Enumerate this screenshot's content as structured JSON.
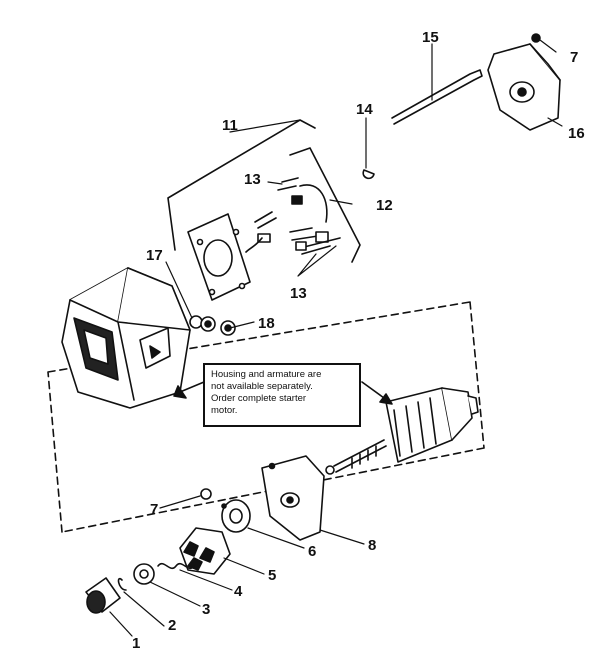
{
  "callouts": {
    "c1": "1",
    "c2": "2",
    "c3": "3",
    "c4": "4",
    "c5": "5",
    "c6": "6",
    "c7a": "7",
    "c7b": "7",
    "c8": "8",
    "c11": "11",
    "c12": "12",
    "c13a": "13",
    "c13b": "13",
    "c14": "14",
    "c15": "15",
    "c16": "16",
    "c17": "17",
    "c18": "18"
  },
  "note": {
    "line1": "Housing and armature are",
    "line2": "not available separately.",
    "line3": "Order complete starter",
    "line4": "motor."
  }
}
